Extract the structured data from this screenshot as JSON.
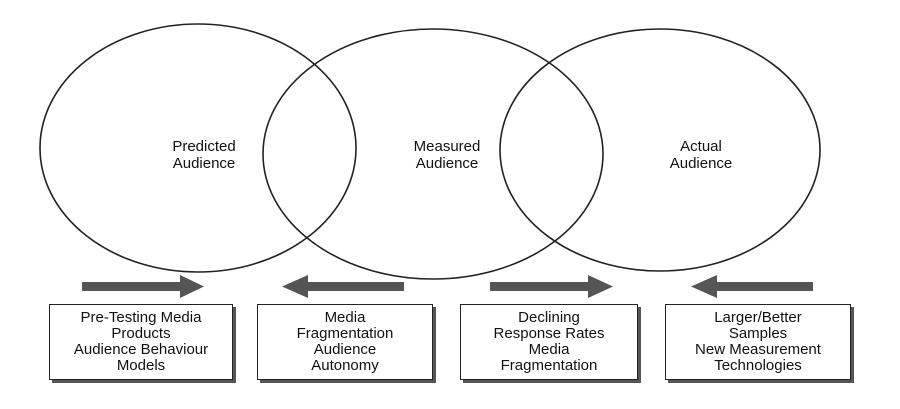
{
  "colors": {
    "stroke": "#222222",
    "arrow": "#555555",
    "shadow": "#555555"
  },
  "circles": [
    {
      "label_lines": [
        "Predicted",
        "Audience"
      ]
    },
    {
      "label_lines": [
        "Measured",
        "Audience"
      ]
    },
    {
      "label_lines": [
        "Actual",
        "Audience"
      ]
    }
  ],
  "arrows": [
    {
      "direction": "right"
    },
    {
      "direction": "left"
    },
    {
      "direction": "right"
    },
    {
      "direction": "left"
    }
  ],
  "boxes": [
    {
      "lines": [
        "Pre-Testing Media",
        "Products",
        "Audience Behaviour",
        "Models"
      ]
    },
    {
      "lines": [
        "Media",
        "Fragmentation",
        "Audience",
        "Autonomy"
      ]
    },
    {
      "lines": [
        "Declining",
        "Response Rates",
        "Media",
        "Fragmentation"
      ]
    },
    {
      "lines": [
        "Larger/Better",
        "Samples",
        "New Measurement",
        "Technologies"
      ]
    }
  ]
}
